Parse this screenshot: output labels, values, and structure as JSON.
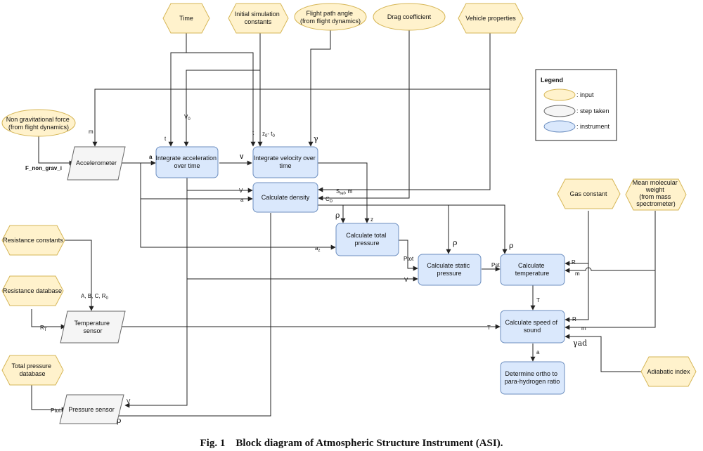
{
  "colors": {
    "input_fill": "#fff2cc",
    "input_stroke": "#d6b656",
    "step_fill": "#f5f5f5",
    "step_stroke": "#666666",
    "instrument_fill": "#dae8fc",
    "instrument_stroke": "#6c8ebf"
  },
  "inputs": {
    "time": "Time",
    "initial_constants": [
      "Initial simulation",
      "constants"
    ],
    "flight_path_angle": [
      "Flight path angle",
      "(from flight dynamics)"
    ],
    "drag_coefficient": "Drag coefficient",
    "vehicle_properties": "Vehicle properties",
    "non_grav_force": [
      "Non gravitational force",
      "(from flight dynamics)"
    ],
    "resistance_constants": "Resistance constants",
    "resistance_database": "Resistance database",
    "total_pressure_database": [
      "Total pressure",
      "database"
    ],
    "gas_constant": "Gas constant",
    "mean_molecular_weight": [
      "Mean molecular",
      "weight",
      "(from mass",
      "spectrometer)"
    ],
    "adiabatic_index": "Adiabatic index"
  },
  "steps": {
    "integrate_acceleration": [
      "Integrate acceleration",
      "over time"
    ],
    "integrate_velocity": [
      "Integrate velocity over",
      "time"
    ],
    "calculate_density": "Calculate density",
    "calculate_total_pressure": [
      "Calculate total",
      "pressure"
    ],
    "calculate_static_pressure": [
      "Calculate static",
      "pressure"
    ],
    "calculate_temperature": [
      "Calculate",
      "temperature"
    ],
    "calculate_speed_of_sound": [
      "Calculate speed of",
      "sound"
    ],
    "determine_ortho": [
      "Determine ortho to",
      "para-hydrogen ratio"
    ]
  },
  "instruments": {
    "accelerometer": "Accelerometer",
    "temperature_sensor": [
      "Temperature",
      "sensor"
    ],
    "pressure_sensor": "Pressure sensor"
  },
  "labels": {
    "m": "m",
    "f_non_grav": "F_non_grav_i",
    "a": "a",
    "t": "t",
    "v0": "V",
    "v0_sub": "0",
    "z0": "z",
    "z0_sub": "0",
    "t0_sep": "- t",
    "t0_sub": "0",
    "gamma": "γ",
    "v": "V",
    "s_ref_m": "S",
    "s_ref_sub": "ref",
    "s_ref_m_tail": ", m",
    "c_d": "C",
    "c_d_sub": "D",
    "rho": "ρ",
    "z": "z",
    "a_z": "a",
    "a_z_sub": "z",
    "p_tot": "Ptot",
    "p_st": "Pst",
    "r": "R",
    "abcr": "A, B, C, R",
    "abcr_sub": "0",
    "r_t": "R",
    "r_t_sub": "T",
    "temp_t": "T",
    "gamma_ad": "γad"
  },
  "legend": {
    "title": "Legend",
    "items": [
      ": input",
      ": step taken",
      ": instrument"
    ]
  },
  "caption": "Fig. 1    Block diagram of Atmospheric Structure Instrument (ASI)."
}
